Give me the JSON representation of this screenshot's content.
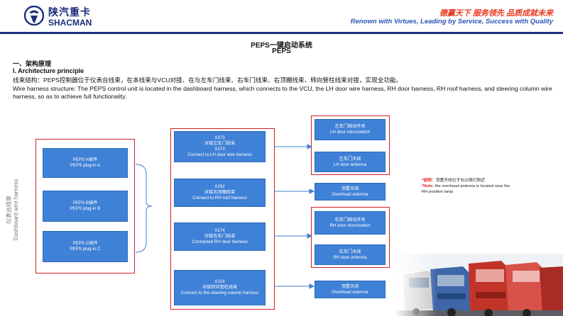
{
  "header": {
    "brand_cn": "陕汽重卡",
    "brand_en": "SHACMAN",
    "slogan_cn": "德赢天下  服务领先  品质成就未来",
    "slogan_en": "Renown with Virtues, Leading by Service, Success with Quality"
  },
  "title": {
    "line1": "PEPS一键启动系统",
    "line2": "PEPS"
  },
  "section": {
    "heading_cn": "一、架构原理",
    "heading_en": "I. Architecture principle",
    "text_cn": "线束结构：PEPS控制器位于仪表台线束，在本线束与VCU对接、在与左车门线束、右车门线束、右顶棚线束、转向管柱线束对接，实现全功能。",
    "text_en": "Wire harness structure: The PEPS control unit is located in the dashboard harness, which connects to the VCU, the LH door wire harness, RH door harness, RH roof harness, and steering column wire harness, so as to achieve full functionality."
  },
  "diagram": {
    "dashboard_label_cn": "仪表台线束",
    "dashboard_label_en": "Dashboard wire harness",
    "plugs": [
      {
        "cn": "PEPS A插件",
        "en": "PEPS plug-in A"
      },
      {
        "cn": "PEPS B插件",
        "en": "PEPS plug-in B"
      },
      {
        "cn": "PEPS C插件",
        "en": "PEPS plug-in C"
      }
    ],
    "harnesses": [
      {
        "code": "X373",
        "cn": "对接左车门线束",
        "code2": "X373",
        "en": "Connect to LH door wire harness"
      },
      {
        "code": "X292",
        "cn": "对接右顶棚线束",
        "code2": "",
        "en": "Connect to RH roof harness"
      },
      {
        "code": "X274",
        "cn": "对接右车门线束",
        "code2": "",
        "en": "Connected RH door harness"
      },
      {
        "code": "X214",
        "cn": "对接转向管柱线束",
        "code2": "",
        "en": "Connect to the steering column harness"
      }
    ],
    "components": [
      {
        "cn": "左车门微动开关",
        "en": "LH door microswitch"
      },
      {
        "cn": "左车门天线",
        "en": "LH door antenna"
      },
      {
        "cn": "顶置天线",
        "en": "Overhead antenna"
      },
      {
        "cn": "右车门微动开关",
        "en": "RH door microswitch"
      },
      {
        "cn": "右车门天线",
        "en": "RH door antenna"
      },
      {
        "cn": "顶置天线",
        "en": "Overhead antenna"
      }
    ],
    "note": {
      "label_cn": "*说明：",
      "text_cn": "顶置天线位于右示廓灯附近",
      "label_en": "*Note:",
      "text_en": "the overhead antenna is located near the RH position lamp"
    }
  },
  "colors": {
    "brand_blue": "#1b2f7a",
    "box_blue": "#3f81d6",
    "frame_red": "#d21f25",
    "slogan_red": "#e8391d"
  }
}
